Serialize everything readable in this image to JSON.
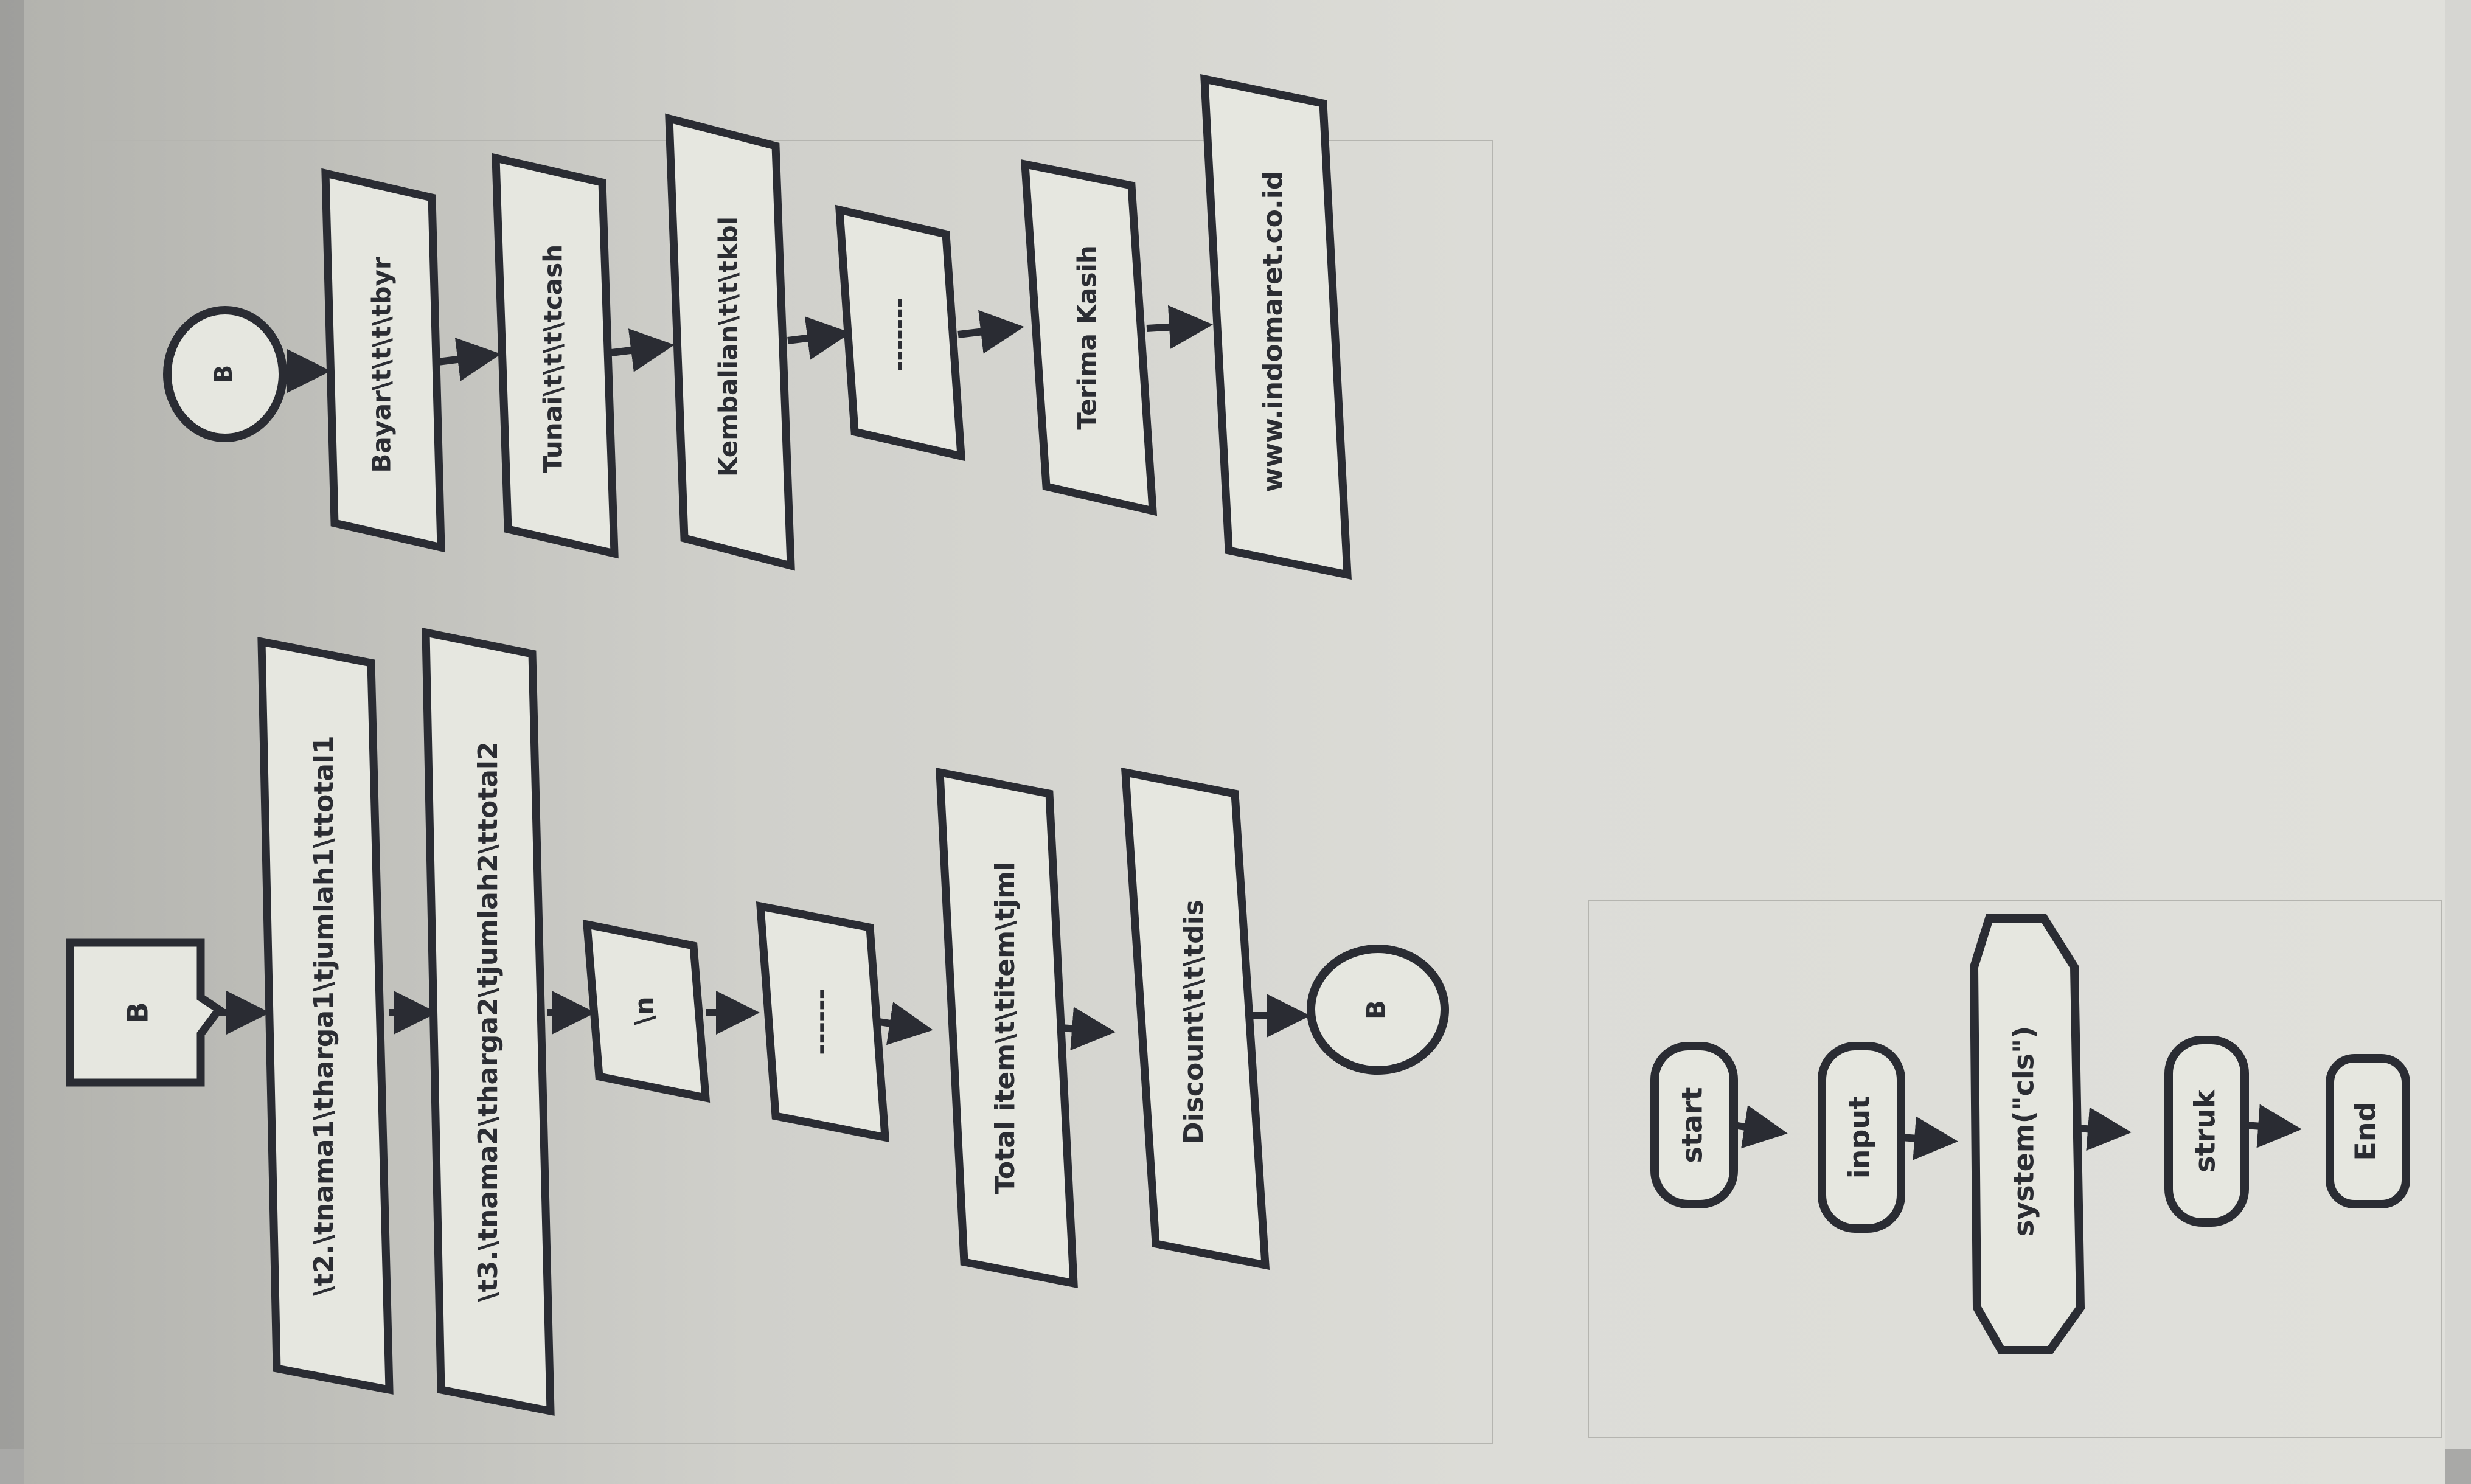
{
  "diagram": {
    "left_panel": {
      "offpage_connector": "B",
      "steps": [
        "\\t2.\\tnama1\\tharga1\\tjumlah1\\ttotal1",
        "\\t3.\\tnama2\\tharga2\\tjumlah2\\ttotal2",
        "\\n",
        "------",
        "Total item\\t\\titem\\tjml",
        "Discount\\t\\t\\tdis"
      ],
      "end_connector": "B"
    },
    "right_panel": {
      "start_connector": "B",
      "steps": [
        "Bayar\\t\\t\\t\\tbyr",
        "Tunai\\t\\t\\t\\tcash",
        "Kembalian\\t\\t\\tkbl",
        "-------",
        "Terima Kasih",
        "www.indomaret.co.id"
      ]
    },
    "main_flow": {
      "steps": [
        "start",
        "input",
        "system(\"cls\")",
        "struk",
        "End"
      ]
    }
  }
}
